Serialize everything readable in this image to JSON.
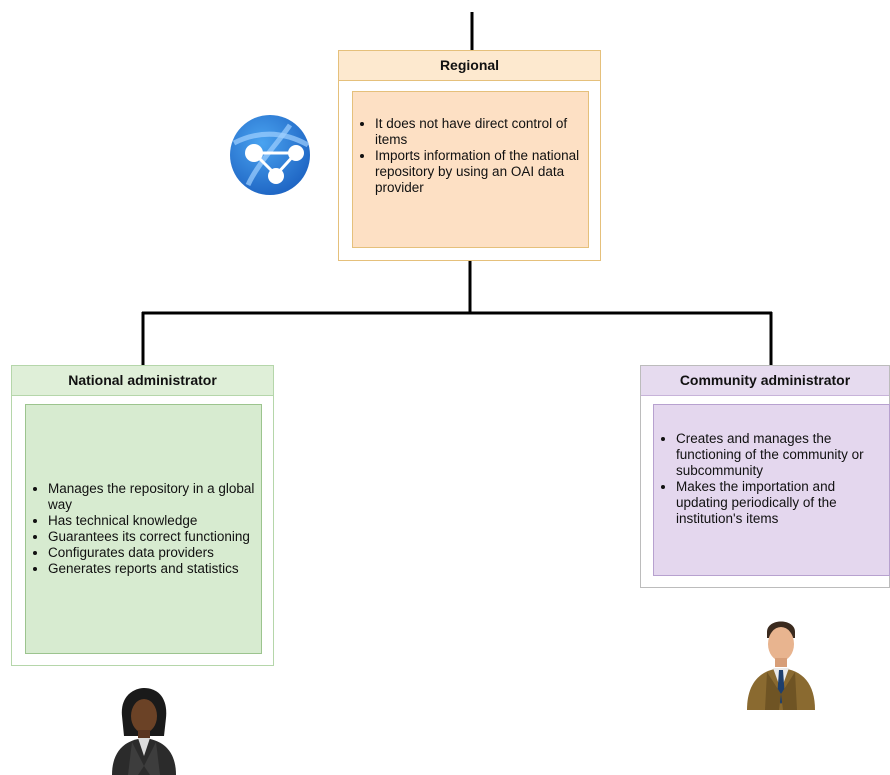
{
  "regional": {
    "title": "Regional",
    "items": [
      "It does not have direct control of items",
      "Imports information of the national repository by using an OAI data provider"
    ]
  },
  "national": {
    "title": "National administrator",
    "items": [
      "Manages the repository in a global way",
      "Has technical knowledge",
      "Guarantees its correct functioning",
      "Configurates data providers",
      "Generates reports and statistics"
    ]
  },
  "community": {
    "title": "Community administrator",
    "items": [
      "Creates and manages the functioning of the community or subcommunity",
      "Makes the importation and updating periodically of the institution's items"
    ]
  },
  "icons": {
    "network": "network-globe-icon",
    "female_user": "female-user-icon",
    "male_user": "male-user-icon"
  },
  "colors": {
    "regional_fill": "#fde0c4",
    "national_fill": "#d7ebd0",
    "community_fill": "#e4d7ee",
    "connector": "#000000",
    "network_icon": "#2f7dd7"
  }
}
